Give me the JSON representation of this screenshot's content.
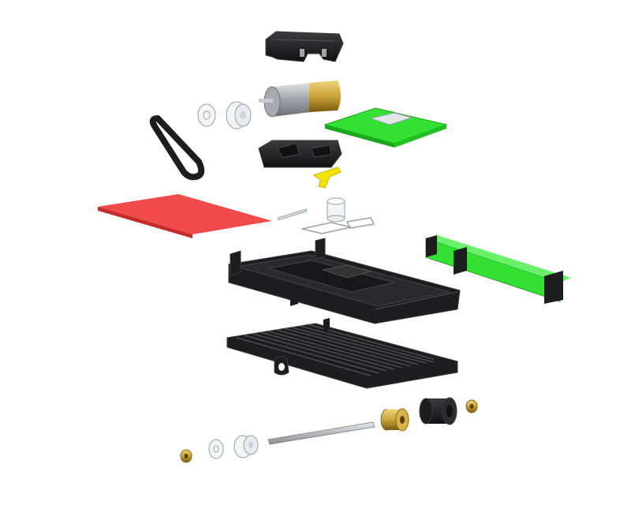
{
  "diagram": {
    "type": "exploded-assembly-view",
    "background_color": "#ffffff",
    "colors": {
      "black_plastic": "#1d1d1f",
      "black_edge": "#3a3a3d",
      "green_board": "#33e033",
      "green_dark": "#1aa81a",
      "red_panel": "#f04a4a",
      "red_dark": "#c52b2b",
      "yellow_part": "#f6e300",
      "brass": "#c9a23a",
      "brass_dark": "#8a6a12",
      "steel": "#b9bcc0",
      "steel_dark": "#7d8186",
      "clear": "#f2f4f6",
      "clear_edge": "#9aa0a6"
    },
    "parts": [
      {
        "id": "top-clip",
        "icon": "clip-bracket"
      },
      {
        "id": "gear-motor",
        "icon": "motor"
      },
      {
        "id": "drive-pulley",
        "icon": "pulley"
      },
      {
        "id": "washer",
        "icon": "washer"
      },
      {
        "id": "drive-belt",
        "icon": "belt"
      },
      {
        "id": "sensor-board",
        "icon": "pcb"
      },
      {
        "id": "motor-mount",
        "icon": "bracket"
      },
      {
        "id": "yellow-spring-clip",
        "icon": "clip"
      },
      {
        "id": "red-panel",
        "icon": "panel"
      },
      {
        "id": "pin",
        "icon": "pin"
      },
      {
        "id": "spacer-sleeve",
        "icon": "sleeve"
      },
      {
        "id": "clear-frame",
        "icon": "frame"
      },
      {
        "id": "green-side-rail",
        "icon": "rail"
      },
      {
        "id": "chassis-top",
        "icon": "chassis"
      },
      {
        "id": "chassis-base",
        "icon": "chassis"
      },
      {
        "id": "axle",
        "icon": "shaft"
      },
      {
        "id": "brass-pulley",
        "icon": "pulley"
      },
      {
        "id": "rubber-wheel",
        "icon": "wheel"
      },
      {
        "id": "brass-nut-right",
        "icon": "nut"
      },
      {
        "id": "brass-nut-left",
        "icon": "nut"
      },
      {
        "id": "clear-washer-left",
        "icon": "washer"
      },
      {
        "id": "clear-pulley-left",
        "icon": "pulley"
      }
    ]
  }
}
